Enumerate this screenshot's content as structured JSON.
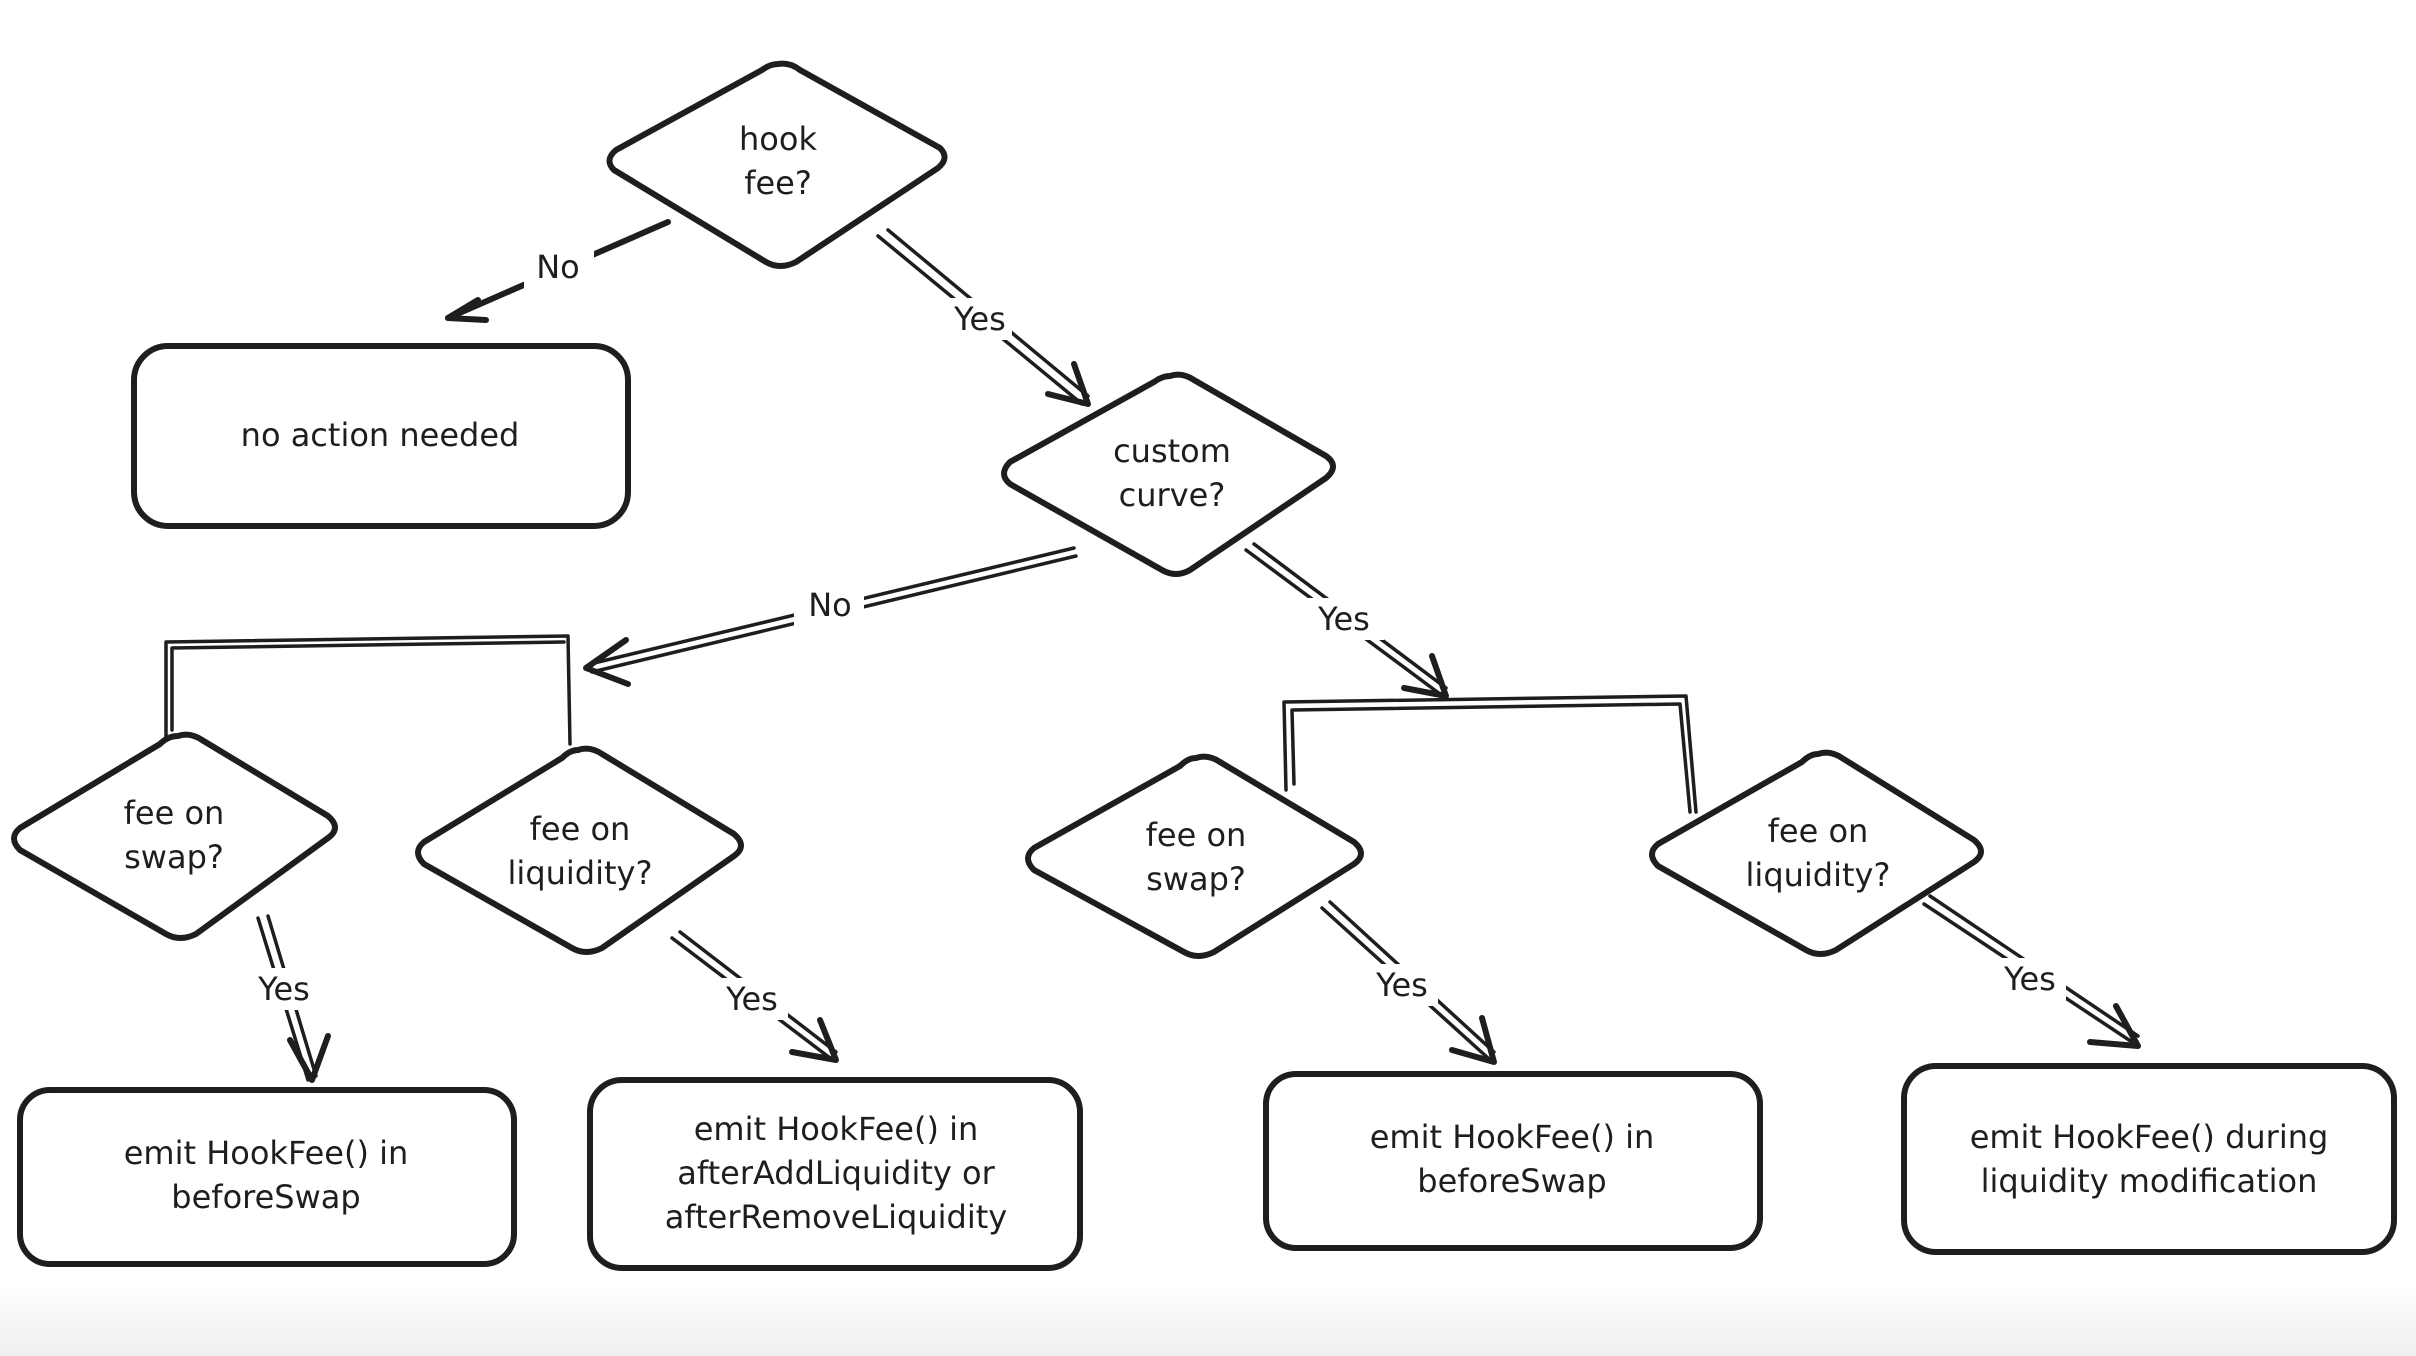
{
  "nodes": {
    "hook_fee": [
      "hook",
      "fee?"
    ],
    "no_action": [
      "no action needed"
    ],
    "custom_curve": [
      "custom",
      "curve?"
    ],
    "fee_swap_left": [
      "fee on",
      "swap?"
    ],
    "fee_liq_left": [
      "fee on",
      "liquidity?"
    ],
    "fee_swap_right": [
      "fee on",
      "swap?"
    ],
    "fee_liq_right": [
      "fee on",
      "liquidity?"
    ],
    "emit_before_swap_left": [
      "emit HookFee() in",
      "beforeSwap"
    ],
    "emit_after_liq": [
      "emit HookFee() in",
      "afterAddLiquidity or",
      "afterRemoveLiquidity"
    ],
    "emit_before_swap_right": [
      "emit HookFee() in",
      "beforeSwap"
    ],
    "emit_during_liq": [
      "emit HookFee() during",
      "liquidity modification"
    ]
  },
  "edges": {
    "hook_no": "No",
    "hook_yes": "Yes",
    "curve_no": "No",
    "curve_yes": "Yes",
    "swap_left_yes": "Yes",
    "liq_left_yes": "Yes",
    "swap_right_yes": "Yes",
    "liq_right_yes": "Yes"
  }
}
